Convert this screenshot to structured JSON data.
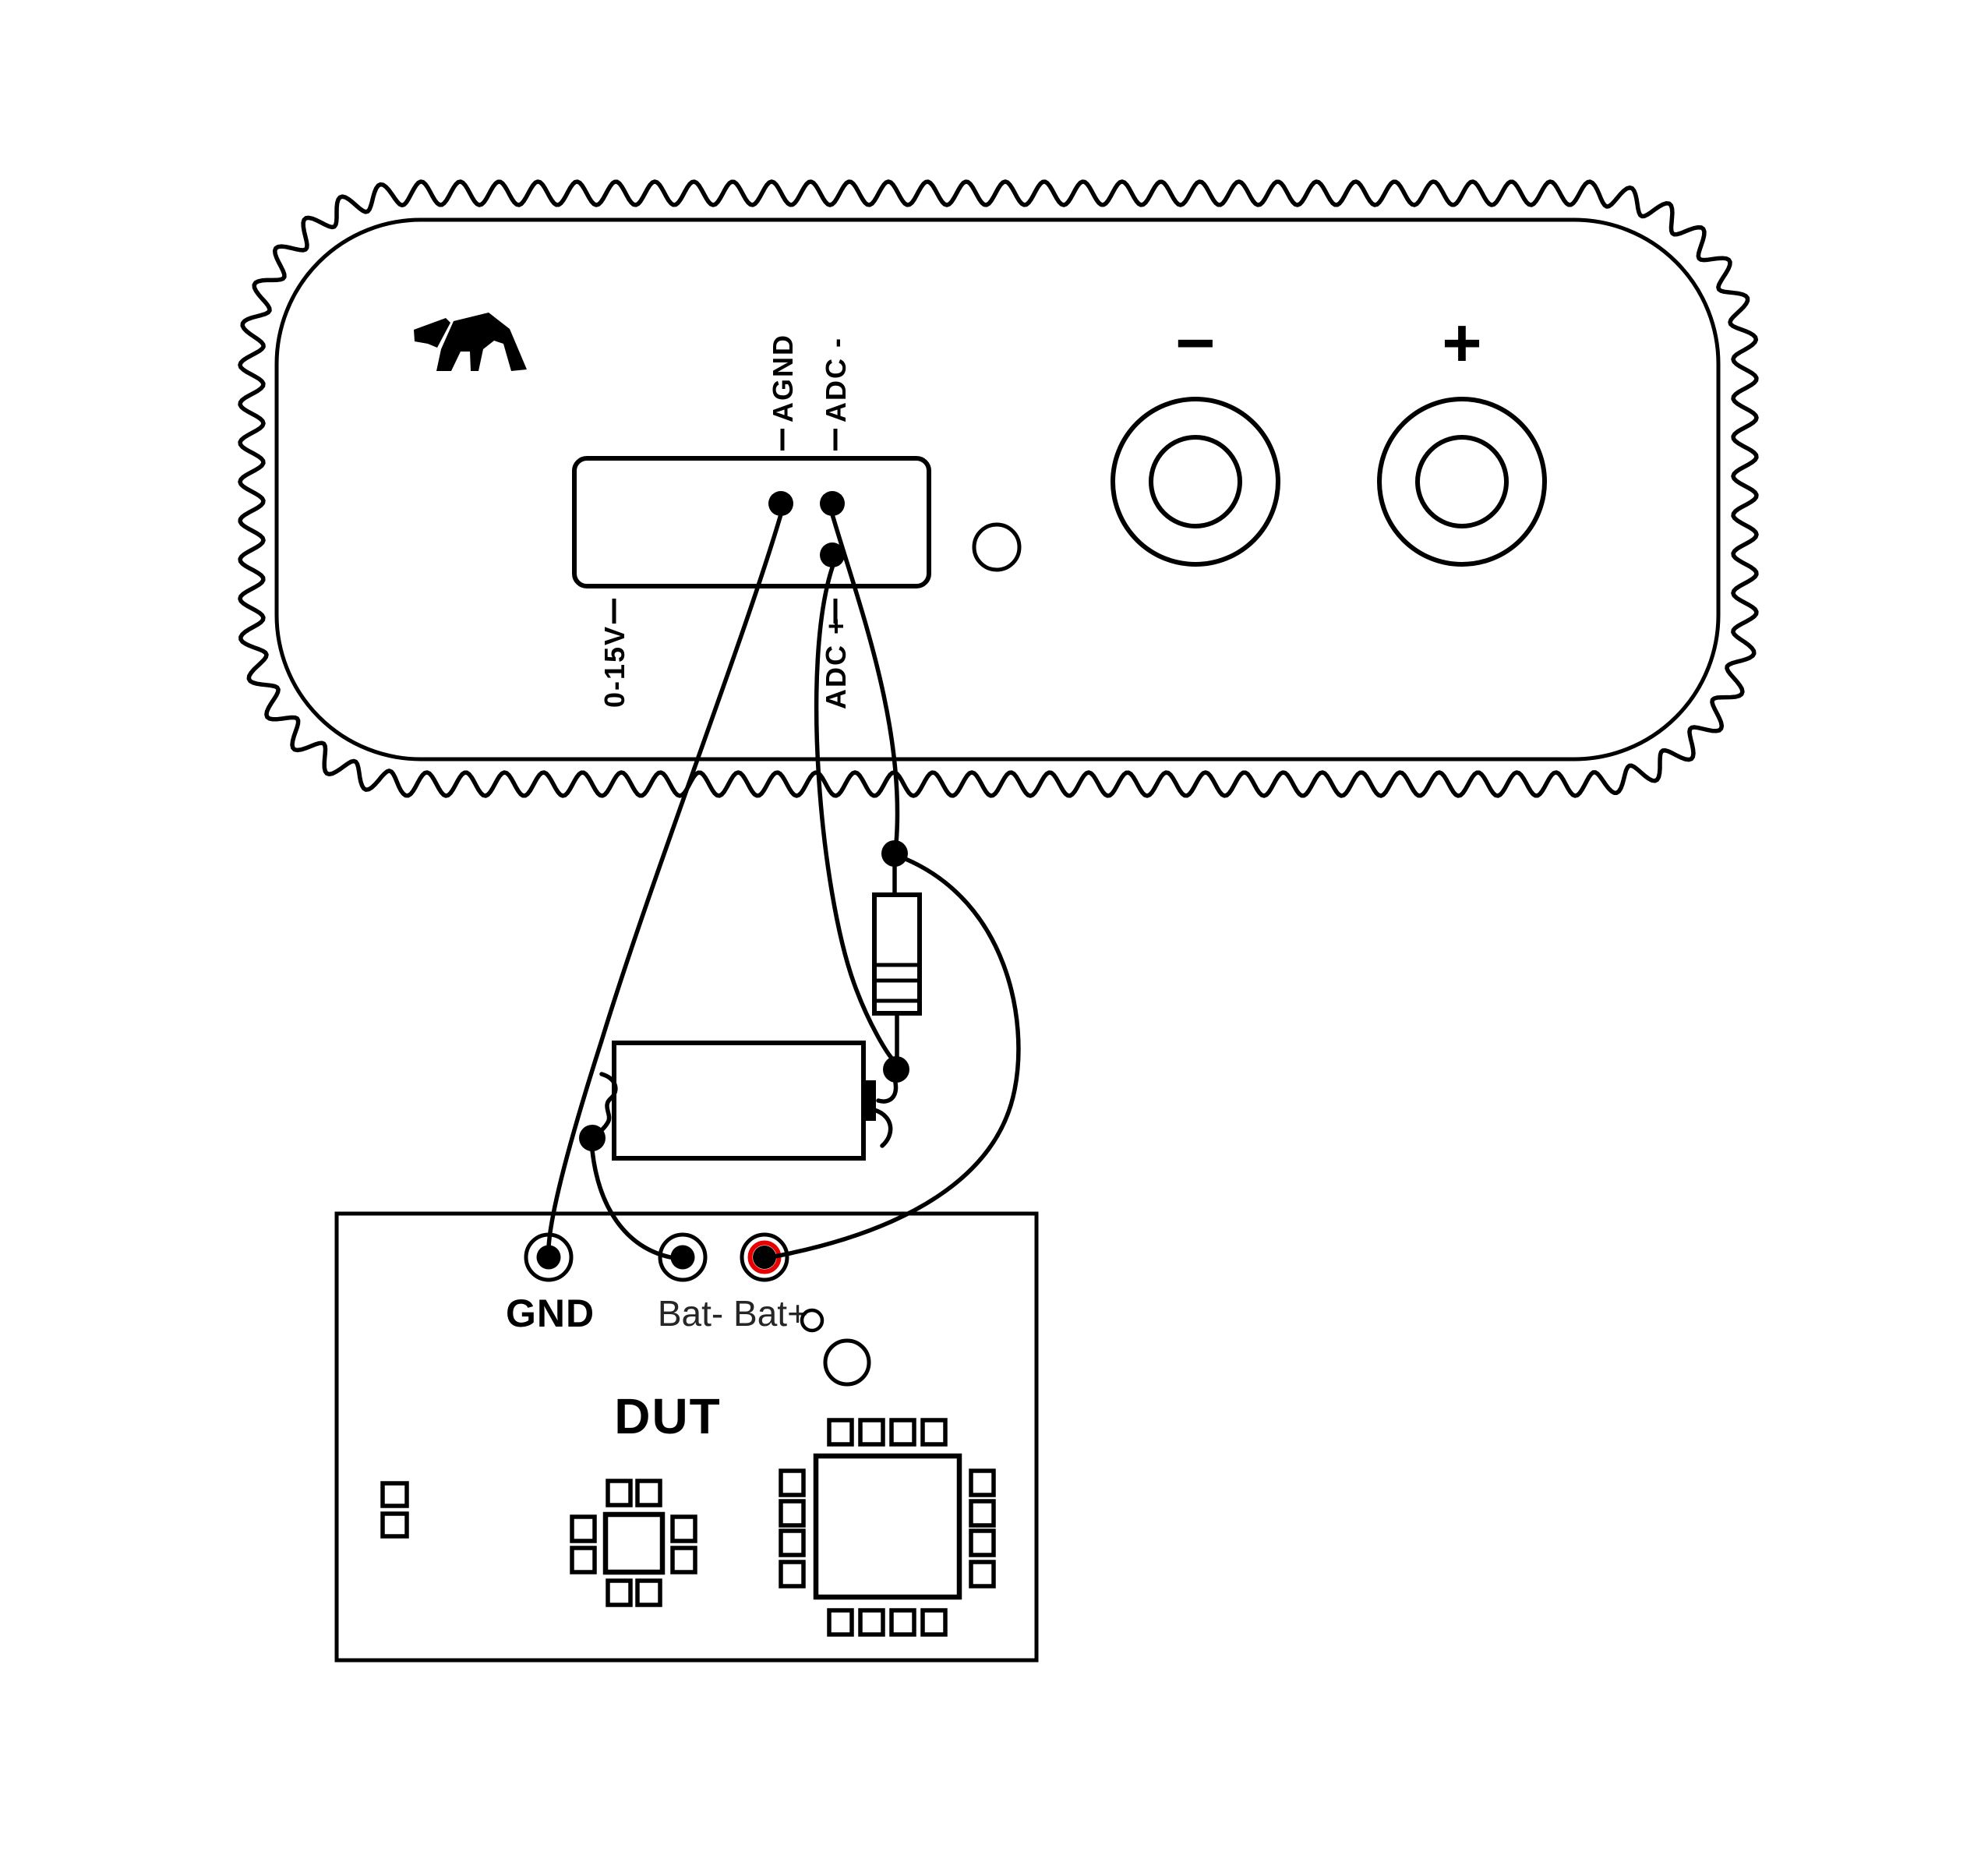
{
  "colors": {
    "ink": "#000000",
    "background": "#ffffff",
    "bat_plus_ring": "#e60000",
    "terminal_label_gray": "#262626"
  },
  "instrument": {
    "name": "source-measure-unit-top-panel",
    "logo_icon": "polar-bear-icon",
    "expansion_port": {
      "agnd_label": "AGND",
      "adc_minus_label": "ADC -",
      "range_label": "0-15V",
      "adc_plus_label": "ADC +"
    },
    "banana_jacks": {
      "negative_label": "−",
      "positive_label": "+"
    }
  },
  "dut_board": {
    "title": "DUT",
    "terminals": {
      "gnd_label": "GND",
      "bat_minus_label": "Bat-",
      "bat_plus_label": "Bat+"
    }
  }
}
